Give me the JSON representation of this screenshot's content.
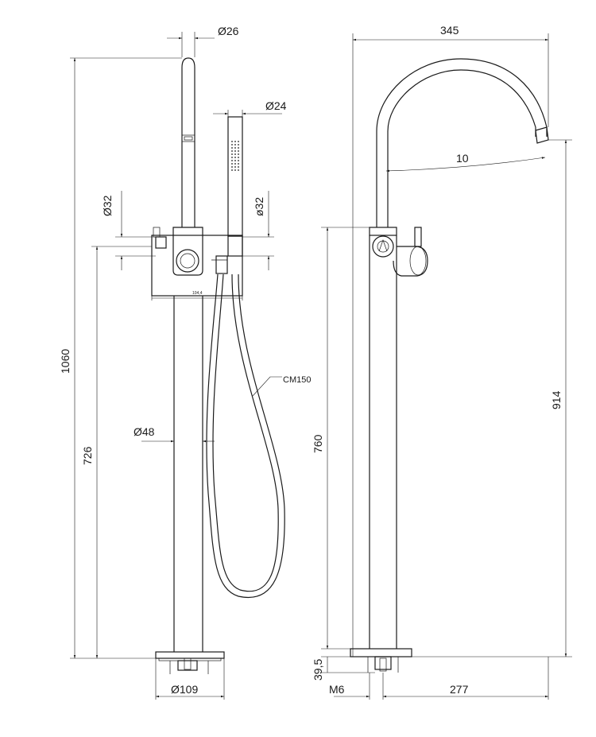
{
  "dimensions": {
    "front": {
      "handle_diameter": "Ø26",
      "shower_diameter": "Ø24",
      "left_ring_diameter": "Ø32",
      "right_ring_diameter": "ø32",
      "body_width": "104,4",
      "column_diameter": "Ø48",
      "base_diameter": "Ø109",
      "total_height": "1060",
      "valve_height": "726",
      "hose_label": "CM150"
    },
    "side": {
      "spout_reach": "345",
      "spout_angle": "10",
      "valve_height": "760",
      "spout_height": "914",
      "base_height": "39,5",
      "thread": "M6",
      "base_offset": "277"
    }
  }
}
